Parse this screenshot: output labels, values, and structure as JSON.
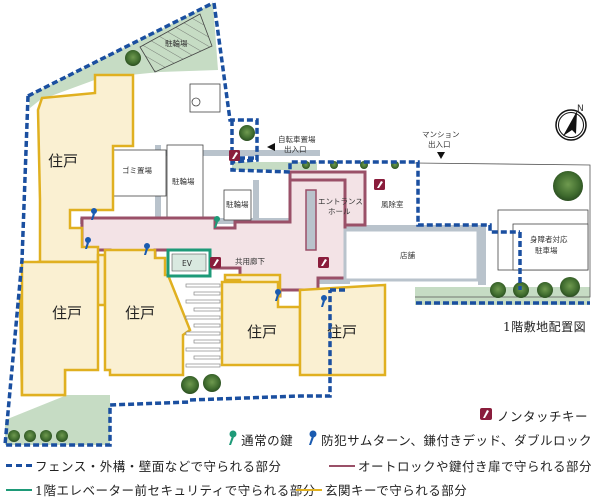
{
  "title": "1階敷地配置図",
  "compass": {
    "label": "N"
  },
  "rooms": {
    "unit": "住戸",
    "bike_parking": "駐輪場",
    "garbage": "ゴミ置場",
    "ev": "EV",
    "corridor": "共用廊下",
    "entrance_hall_line1": "エントランス",
    "entrance_hall_line2": "ホール",
    "windbreak": "風除室",
    "shop": "店舗",
    "accessible_parking_line1": "身障者対応",
    "accessible_parking_line2": "駐車場"
  },
  "entrances": {
    "bicycle_line1": "自転車置場",
    "bicycle_line2": "出入口",
    "mansion_line1": "マンション",
    "mansion_line2": "出入口"
  },
  "legend": {
    "touchless_key": "ノンタッチキー",
    "normal_key": "通常の鍵",
    "security_key": "防犯サムターン、鎌付きデッド、ダブルロック",
    "fence": "フェンス・外構・壁面などで守られる部分",
    "autolock": "オートロックや鍵付き扉で守られる部分",
    "elevator_security": "1階エレベーター前セキュリティで守られる部分",
    "entrance_key": "玄関キーで守られる部分"
  },
  "colors": {
    "fence_blue": "#1a4fa0",
    "autolock_maroon": "#9a5068",
    "elevator_green": "#1e9a78",
    "entrance_yellow": "#e0b020",
    "unit_fill": "#faf0d2",
    "common_fill": "#f3e3e6",
    "wall_gray": "#a9b8c6",
    "green_area": "#c6dcc4",
    "touchless_icon": "#8a1d3c",
    "normal_key_icon": "#1e9a78",
    "security_key_icon": "#1a5bb0"
  }
}
